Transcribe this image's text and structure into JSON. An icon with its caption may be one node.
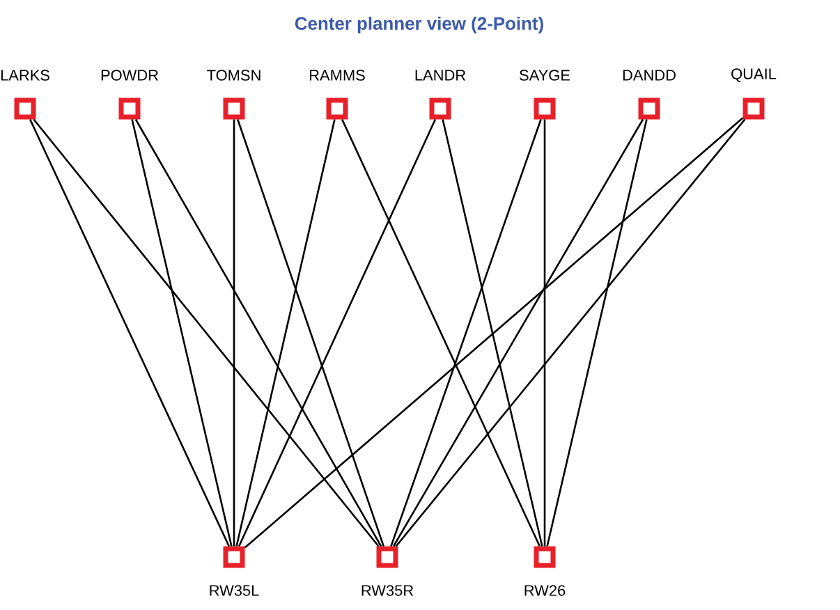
{
  "diagram": {
    "title": "Center planner view   (2-Point)",
    "nodes": [
      {
        "text": [
          "LARKS"
        ]
      },
      {
        "text": [
          "POWDR"
        ]
      },
      {
        "text": [
          "TOMSN"
        ]
      },
      {
        "text": [
          "RAMMS"
        ]
      },
      {
        "text": [
          "LANDR"
        ]
      },
      {
        "text": [
          "SAYGE"
        ]
      },
      {
        "text": [
          "DANDD"
        ]
      },
      {
        "text": [
          "QUAIL"
        ]
      },
      {
        "text": [
          "RW35L"
        ]
      },
      {
        "text": [
          "RW35R"
        ]
      },
      {
        "text": [
          "RW26"
        ]
      }
    ],
    "edges": [
      {
        "from": 0,
        "to": 8,
        "arrow": "none"
      },
      {
        "from": 0,
        "to": 9,
        "arrow": "none"
      },
      {
        "from": 1,
        "to": 8,
        "arrow": "none"
      },
      {
        "from": 1,
        "to": 9,
        "arrow": "none"
      },
      {
        "from": 2,
        "to": 8,
        "arrow": "none"
      },
      {
        "from": 2,
        "to": 9,
        "arrow": "none"
      },
      {
        "from": 3,
        "to": 8,
        "arrow": "none"
      },
      {
        "from": 3,
        "to": 10,
        "arrow": "none"
      },
      {
        "from": 4,
        "to": 8,
        "arrow": "none"
      },
      {
        "from": 4,
        "to": 10,
        "arrow": "none"
      },
      {
        "from": 5,
        "to": 9,
        "arrow": "none"
      },
      {
        "from": 5,
        "to": 10,
        "arrow": "none"
      },
      {
        "from": 6,
        "to": 9,
        "arrow": "none"
      },
      {
        "from": 6,
        "to": 10,
        "arrow": "none"
      },
      {
        "from": 7,
        "to": 8,
        "arrow": "none"
      },
      {
        "from": 7,
        "to": 9,
        "arrow": "none"
      }
    ]
  }
}
